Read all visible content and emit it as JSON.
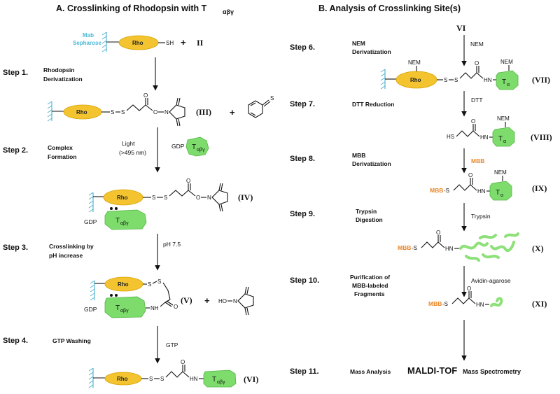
{
  "panels": {
    "a_title": "A. Crosslinking of Rhodopsin with T",
    "a_sub": "αβγ",
    "b_title": "B. Analysis of Crosslinking Site(s)"
  },
  "steps_a": [
    {
      "label": "Step 1.",
      "desc1": "Rhodopsin",
      "desc2": "Derivatization"
    },
    {
      "label": "Step 2.",
      "desc1": "Complex",
      "desc2": "Formation"
    },
    {
      "label": "Step 3.",
      "desc1": "Crosslinking by",
      "desc2": "pH increase"
    },
    {
      "label": "Step 4.",
      "desc1": "GTP Washing",
      "desc2": ""
    }
  ],
  "steps_b": [
    {
      "label": "Step 6.",
      "desc1": "NEM",
      "desc2": "Derivatization"
    },
    {
      "label": "Step 7.",
      "desc1": "DTT Reduction",
      "desc2": ""
    },
    {
      "label": "Step 8.",
      "desc1": "MBB",
      "desc2": "Derivatization"
    },
    {
      "label": "Step 9.",
      "desc1": "Trypsin",
      "desc2": "Digestion"
    },
    {
      "label": "Step 10.",
      "desc1": "Purification of",
      "desc2": "MBB-labeled",
      "desc3": "Fragments"
    },
    {
      "label": "Step 11.",
      "desc1": "Mass Analysis",
      "desc2": ""
    }
  ],
  "compounds": {
    "ii": "II",
    "iii": "(III)",
    "iv": "(IV)",
    "v": "(V)",
    "vi": "(VI)",
    "vi_top": "VI",
    "vii": "(VII)",
    "viii": "(VIII)",
    "ix": "(IX)",
    "x": "(X)",
    "xi": "(XI)"
  },
  "reagents": {
    "light": "Light",
    "light_nm": "(>495 nm)",
    "ph": "pH 7.5",
    "gtp": "GTP",
    "nem": "NEM",
    "dtt": "DTT",
    "mbb": "MBB",
    "trypsin": "Trypsin",
    "avidin": "Avidin-agarose"
  },
  "labels": {
    "mab1": "Mab",
    "mab2": "Sepharose",
    "rho": "Rho",
    "sh": "SH",
    "plus": "+",
    "gdp": "GDP",
    "t": "T",
    "tsub": "αβγ",
    "talpha": "α",
    "nem": "NEM",
    "hn": "HN",
    "nh": "NH",
    "hs": "HS",
    "s": "S",
    "o": "O",
    "n": "N",
    "hoN": "HO",
    "mbbs": "MBB",
    "dash_s": "-S",
    "maldi": "MALDI-TOF",
    "ms": "Mass Spectrometry"
  },
  "colors": {
    "rho": "#f4c430",
    "protein": "#7ddc6c",
    "mbb": "#e8872a",
    "mab": "#4bb8d6"
  }
}
